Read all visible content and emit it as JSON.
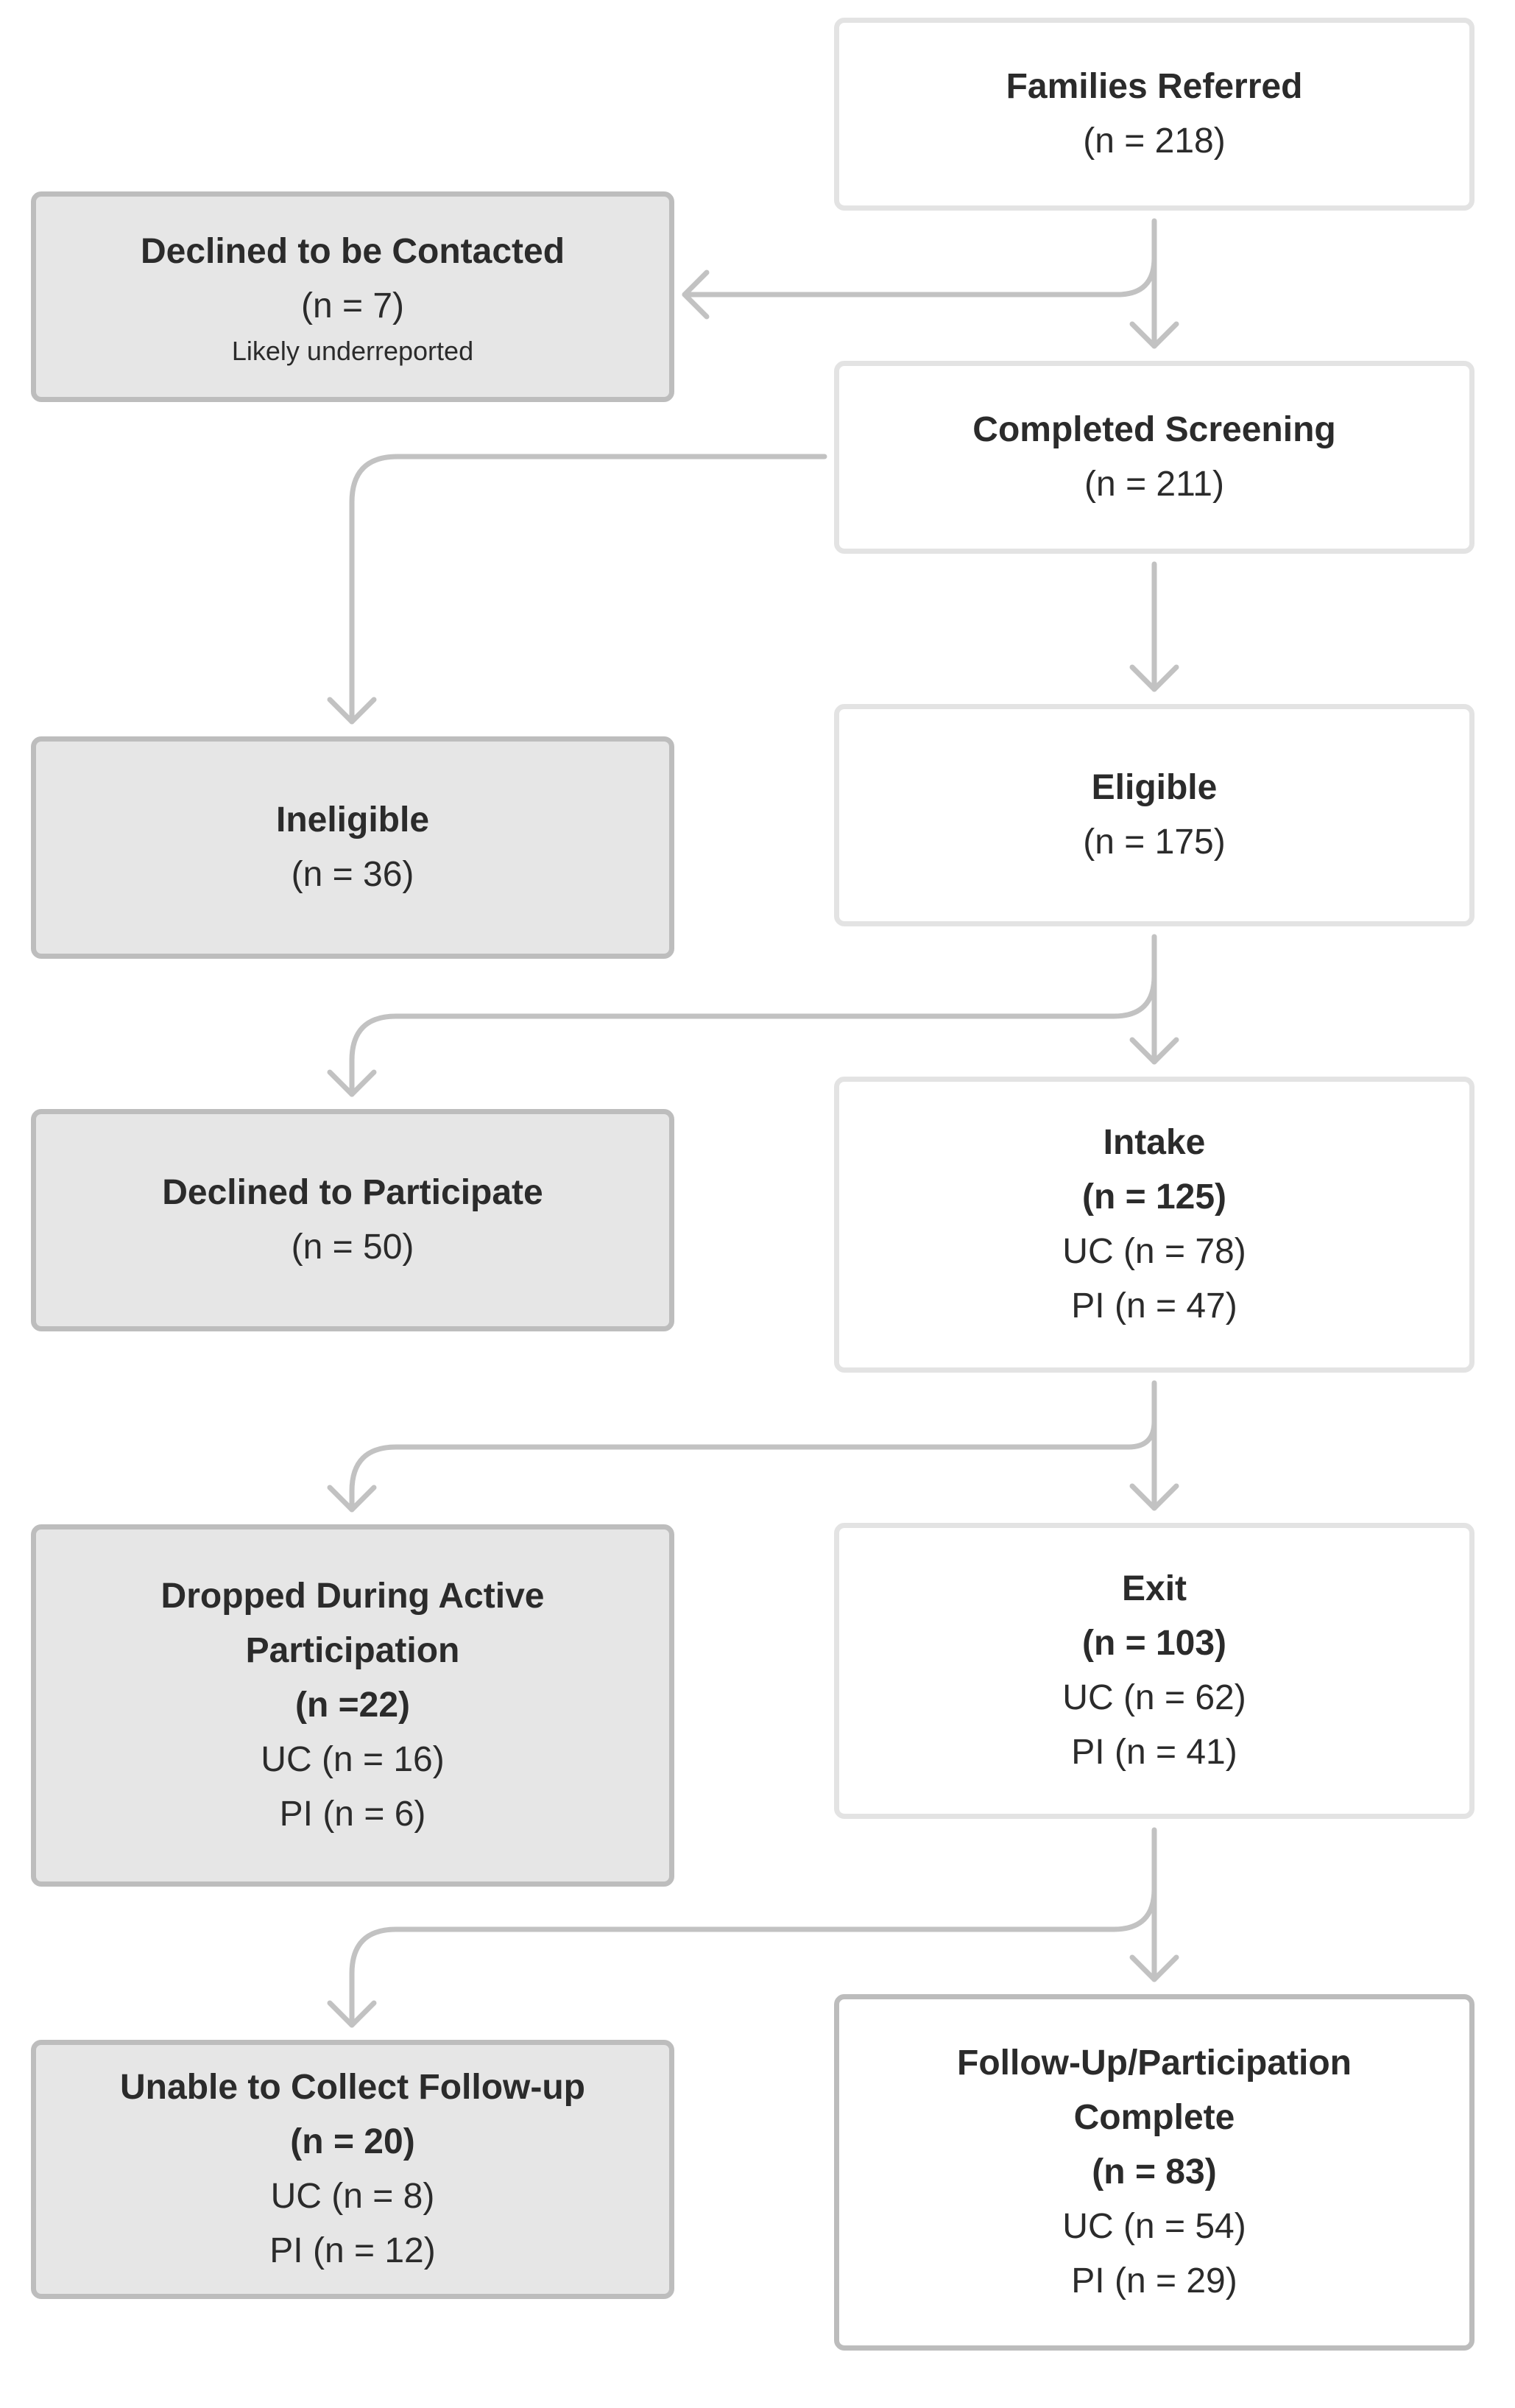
{
  "diagram": {
    "colors": {
      "connector": "#c2c2c2",
      "right_box_fill": "#ffffff",
      "right_box_border": "#e3e3e3",
      "left_box_fill": "#e6e6e6",
      "left_box_border": "#bdbdbd",
      "text": "#2b2b2b"
    },
    "boxes": {
      "families_referred": {
        "title": "Families Referred",
        "count": "(n = 218)"
      },
      "declined_contact": {
        "title": "Declined to be Contacted",
        "count": "(n = 7)",
        "note": "Likely underreported"
      },
      "completed_screening": {
        "title": "Completed Screening",
        "count": "(n = 211)"
      },
      "ineligible": {
        "title": "Ineligible",
        "count": "(n = 36)"
      },
      "eligible": {
        "title": "Eligible",
        "count": "(n = 175)"
      },
      "declined_participate": {
        "title": "Declined to Participate",
        "count": "(n = 50)"
      },
      "intake": {
        "title": "Intake",
        "count": "(n = 125)",
        "uc": "UC (n = 78)",
        "pi": "PI (n = 47)"
      },
      "dropped": {
        "title_line1": "Dropped During Active",
        "title_line2": "Participation",
        "count": "(n =22)",
        "uc": "UC (n = 16)",
        "pi": "PI (n = 6)"
      },
      "exit": {
        "title": "Exit",
        "count": "(n = 103)",
        "uc": "UC (n = 62)",
        "pi": "PI (n = 41)"
      },
      "unable_followup": {
        "title": "Unable to Collect Follow-up",
        "count": "(n = 20)",
        "uc": "UC (n = 8)",
        "pi": "PI (n = 12)"
      },
      "followup_complete": {
        "title_line1": "Follow-Up/Participation",
        "title_line2": "Complete",
        "count": "(n = 83)",
        "uc": "UC (n = 54)",
        "pi": "PI (n = 29)"
      }
    }
  }
}
